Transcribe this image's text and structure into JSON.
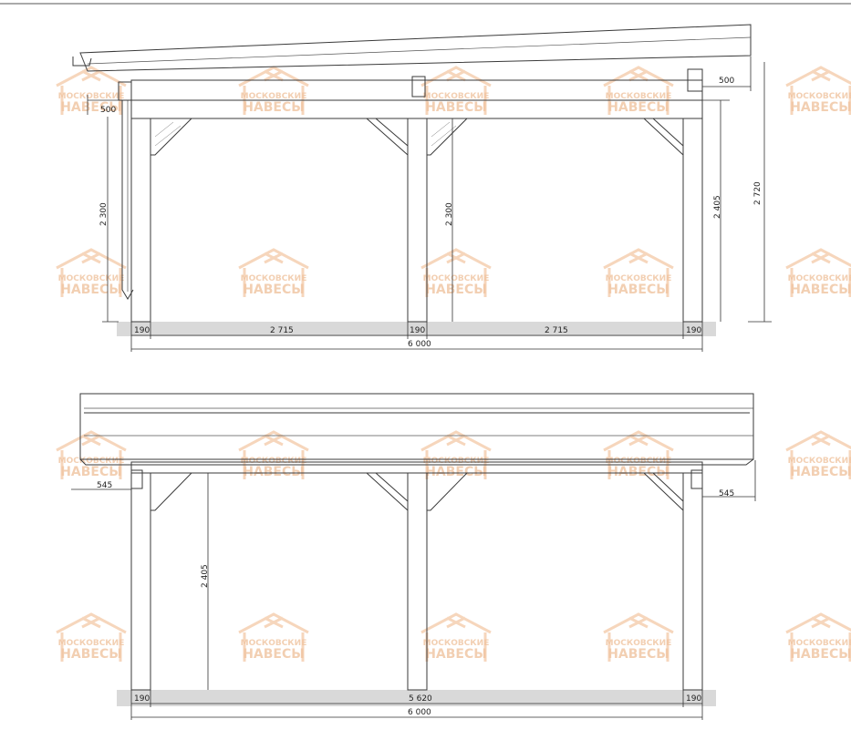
{
  "watermark": {
    "line1": "МОСКОВСКИЕ",
    "line2": "НАВЕСЫ"
  },
  "side_view": {
    "dims": {
      "overhang_left": "500",
      "overhang_right": "500",
      "height_left": "2 300",
      "height_mid": "2 300",
      "height_right": "2 405",
      "height_total": "2 720",
      "post_1": "190",
      "span_1": "2 715",
      "post_2": "190",
      "span_2": "2 715",
      "post_3": "190",
      "total_length": "6 000"
    }
  },
  "front_view": {
    "dims": {
      "overhang_left": "545",
      "overhang_right": "545",
      "height": "2 405",
      "post_left": "190",
      "span": "5 620",
      "post_right": "190",
      "total_width": "6 000"
    }
  }
}
